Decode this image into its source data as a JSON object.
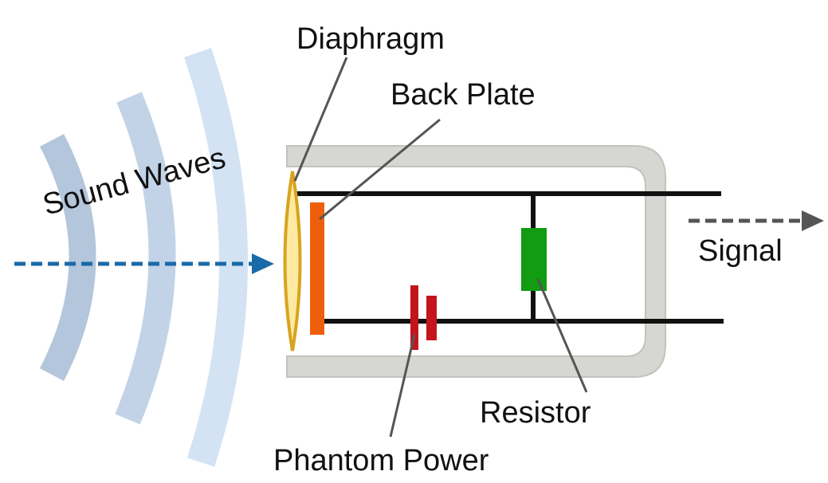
{
  "labels": {
    "diaphragm": "Diaphragm",
    "back_plate": "Back Plate",
    "sound_waves": "Sound Waves",
    "signal": "Signal",
    "resistor": "Resistor",
    "phantom_power": "Phantom Power"
  },
  "colors": {
    "wave_dark": "#b3c6dc",
    "wave_mid": "#c2d3e7",
    "wave_light": "#d3e3f3",
    "housing": "#d6d7d2",
    "housing_stroke": "#c2c3bd",
    "diaphragm_fill": "#fde9a0",
    "diaphragm_stroke": "#d9a320",
    "back_plate": "#ef5f0b",
    "resistor": "#119c11",
    "battery": "#c4141c",
    "sound_arrow": "#1a6aa8",
    "signal_arrow": "#555555",
    "wire": "#111111",
    "leader": "#555555"
  }
}
